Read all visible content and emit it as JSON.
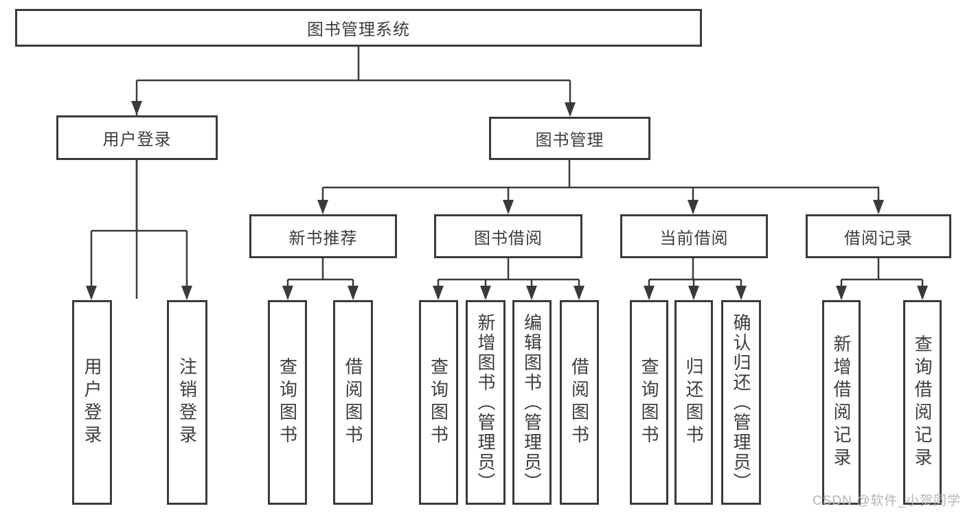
{
  "diagram": {
    "type": "hierarchy-tree",
    "root": {
      "label": "图书管理系统"
    },
    "level2": [
      {
        "label": "用户登录",
        "parent": "图书管理系统"
      },
      {
        "label": "图书管理",
        "parent": "图书管理系统"
      }
    ],
    "level3": [
      {
        "label": "新书推荐",
        "parent": "图书管理"
      },
      {
        "label": "图书借阅",
        "parent": "图书管理"
      },
      {
        "label": "当前借阅",
        "parent": "图书管理"
      },
      {
        "label": "借阅记录",
        "parent": "图书管理"
      }
    ],
    "leaves": [
      {
        "label": "用户登录",
        "parent": "用户登录"
      },
      {
        "label": "注销登录",
        "parent": "用户登录"
      },
      {
        "label": "查询图书",
        "parent": "新书推荐"
      },
      {
        "label": "借阅图书",
        "parent": "新书推荐"
      },
      {
        "label": "查询图书",
        "parent": "图书借阅"
      },
      {
        "label": "新增图书（管理员）",
        "parent": "图书借阅"
      },
      {
        "label": "编辑图书（管理员）",
        "parent": "图书借阅"
      },
      {
        "label": "借阅图书",
        "parent": "图书借阅"
      },
      {
        "label": "查询图书",
        "parent": "当前借阅"
      },
      {
        "label": "归还图书",
        "parent": "当前借阅"
      },
      {
        "label": "确认归还（管理员）",
        "parent": "当前借阅"
      },
      {
        "label": "新增借阅记录",
        "parent": "借阅记录"
      },
      {
        "label": "查询借阅记录",
        "parent": "借阅记录"
      }
    ],
    "watermark": "CSDN @软件_小贺同学",
    "colors": {
      "line": "#3a3a3a",
      "box_border": "#3a3a3a",
      "box_fill": "#ffffff",
      "text": "#3d3d3d",
      "watermark": "#b5b5b5",
      "background": "#ffffff"
    }
  }
}
